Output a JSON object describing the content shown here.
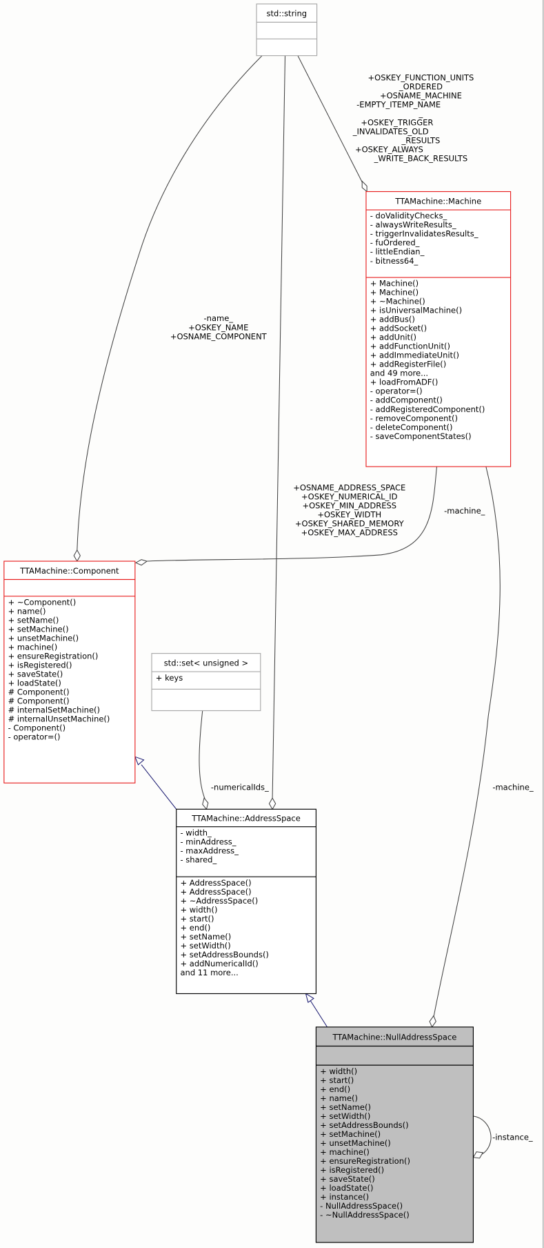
{
  "classes": [
    {
      "id": "std-string",
      "title": "std::string",
      "attrs": [],
      "methods": [],
      "border": "#a8a8a8",
      "fill": "#ffffff"
    },
    {
      "id": "machine",
      "title": "TTAMachine::Machine",
      "border": "#e82020",
      "fill": "#ffffff",
      "attrs": [
        "- doValidityChecks_",
        "- alwaysWriteResults_",
        "- triggerInvalidatesResults_",
        "- fuOrdered_",
        "- littleEndian_",
        "- bitness64_"
      ],
      "methods": [
        "+ Machine()",
        "+ Machine()",
        "+ ~Machine()",
        "+ isUniversalMachine()",
        "+ addBus()",
        "+ addSocket()",
        "+ addUnit()",
        "+ addFunctionUnit()",
        "+ addImmediateUnit()",
        "+ addRegisterFile()",
        "and 49 more...",
        "+ loadFromADF()",
        "- operator=()",
        "- addComponent()",
        "- addRegisteredComponent()",
        "- removeComponent()",
        "- deleteComponent()",
        "- saveComponentStates()"
      ]
    },
    {
      "id": "component",
      "title": "TTAMachine::Component",
      "border": "#e82020",
      "fill": "#ffffff",
      "attrs": [],
      "methods": [
        "+ ~Component()",
        "+ name()",
        "+ setName()",
        "+ setMachine()",
        "+ unsetMachine()",
        "+ machine()",
        "+ ensureRegistration()",
        "+ isRegistered()",
        "+ saveState()",
        "+ loadState()",
        "# Component()",
        "# Component()",
        "# internalSetMachine()",
        "# internalUnsetMachine()",
        "- Component()",
        "- operator=()"
      ]
    },
    {
      "id": "std-set",
      "title": "std::set< unsigned >",
      "border": "#a8a8a8",
      "fill": "#ffffff",
      "attrs": [
        "+ keys"
      ],
      "methods": []
    },
    {
      "id": "address-space",
      "title": "TTAMachine::AddressSpace",
      "border": "#000000",
      "fill": "#ffffff",
      "attrs": [
        "- width_",
        "- minAddress_",
        "- maxAddress_",
        "- shared_"
      ],
      "methods": [
        "+ AddressSpace()",
        "+ AddressSpace()",
        "+ ~AddressSpace()",
        "+ width()",
        "+ start()",
        "+ end()",
        "+ setName()",
        "+ setWidth()",
        "+ setAddressBounds()",
        "+ addNumericalId()",
        "and 11 more..."
      ]
    },
    {
      "id": "null-address-space",
      "title": "TTAMachine::NullAddressSpace",
      "border": "#000000",
      "fill": "#bfbfbf",
      "attrs": [],
      "methods": [
        "+ width()",
        "+ start()",
        "+ end()",
        "+ name()",
        "+ setName()",
        "+ setWidth()",
        "+ setAddressBounds()",
        "+ setMachine()",
        "+ unsetMachine()",
        "+ machine()",
        "+ ensureRegistration()",
        "+ isRegistered()",
        "+ saveState()",
        "+ loadState()",
        "+ instance()",
        "- NullAddressSpace()",
        "- ~NullAddressSpace()"
      ]
    }
  ],
  "edge_labels": {
    "string_machine": [
      "+OSKEY_FUNCTION_UNITS",
      "_ORDERED",
      "+OSNAME_MACHINE",
      "-EMPTY_ITEMP_NAME",
      "_",
      "+OSKEY_TRIGGER",
      "_INVALIDATES_OLD",
      "_RESULTS",
      "+OSKEY_ALWAYS",
      "_WRITE_BACK_RESULTS"
    ],
    "string_component": [
      "-name_",
      "+OSKEY_NAME",
      "+OSNAME_COMPONENT"
    ],
    "string_addressspace": [
      "+OSNAME_ADDRESS_SPACE",
      "+OSKEY_NUMERICAL_ID",
      "+OSKEY_MIN_ADDRESS",
      "+OSKEY_WIDTH",
      "+OSKEY_SHARED_MEMORY",
      "+OSKEY_MAX_ADDRESS"
    ],
    "machine_component": [
      "-machine_"
    ],
    "machine_null": [
      "-machine_"
    ],
    "set_addressspace": [
      "-numericalIds_"
    ],
    "null_self": [
      "-instance_"
    ]
  },
  "colors": {
    "inheritance": "#191970",
    "association": "#404040",
    "background": "#fdfdfc"
  }
}
